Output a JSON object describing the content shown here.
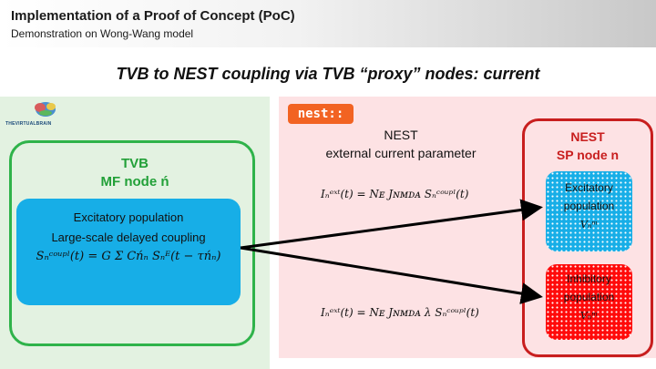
{
  "slide": {
    "title": "Implementation of a Proof of Concept (PoC)",
    "subtitle": "Demonstration on Wong-Wang model",
    "heading": "TVB to NEST coupling via TVB “proxy” nodes: current"
  },
  "tvb": {
    "logo_text": "THEVIRTUALBRAIN",
    "title": "TVB",
    "node_label": "MF node ń",
    "box_line1": "Excitatory population",
    "box_line2": "Large-scale delayed coupling",
    "formula": "Sₙᶜᵒᵘᵖˡ(t) = G Σ Cńₙ Sₙᴱ(t − τńₙ)"
  },
  "nest": {
    "logo_text": "nest::",
    "label_line1": "NEST",
    "label_line2": "external current parameter",
    "formula_exc": "Iₙᵉˣᵗ(t) = Nᴇ Jɴᴍᴅᴀ Sₙᶜᵒᵘᵖˡ(t)",
    "formula_inh": "Iₙᵉˣᵗ(t) = Nᴇ Jɴᴍᴅᴀ λ Sₙᶜᵒᵘᵖˡ(t)"
  },
  "sp": {
    "title": "NEST",
    "node_label": "SP node n",
    "exc_line1": "Excitatory",
    "exc_line2": "population",
    "exc_var": "Vₙᵐ",
    "inh_line1": "Inhibitory",
    "inh_line2": "population",
    "inh_var": "Vₙᵐ"
  },
  "colors": {
    "tvb_green": "#2fb34a",
    "nest_red": "#c81e1e",
    "excitatory_blue": "#17aee7",
    "inhibitory_red": "#ff0a0a",
    "nest_orange": "#f26322"
  }
}
